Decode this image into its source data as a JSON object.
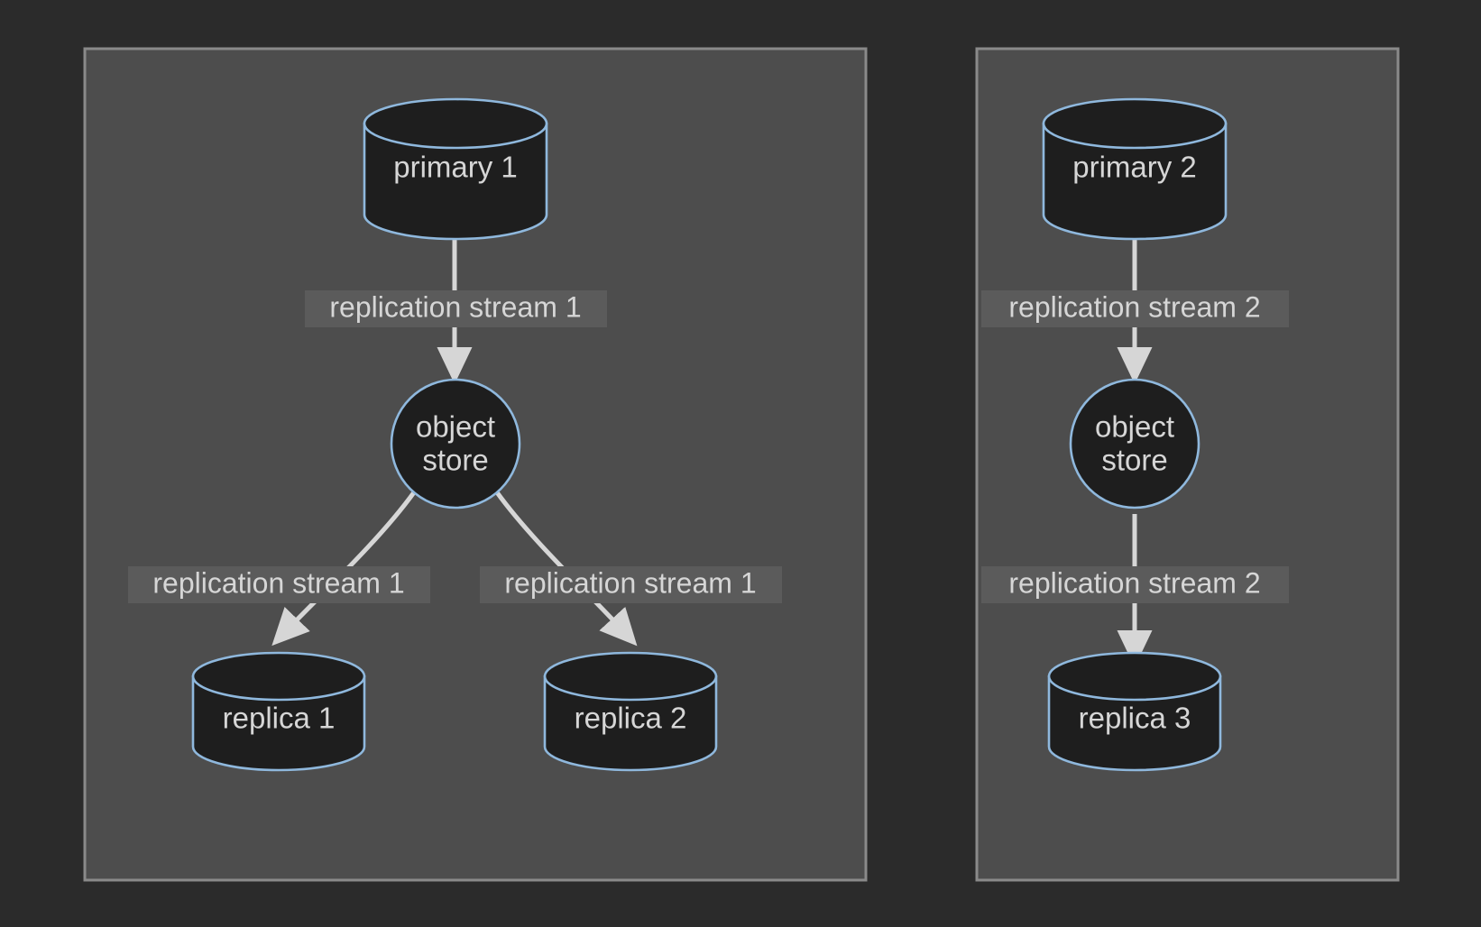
{
  "diagram": {
    "type": "replication-topology",
    "background_color": "#2b2b2b",
    "container_fill": "#4d4d4d",
    "container_border": "#8a8a8a",
    "node_fill": "#1e1e1e",
    "node_border": "#8fb8dd",
    "edge_color": "#d6d6d6",
    "label_background": "#5b5b5b",
    "text_color": "#d6d6d6",
    "clusters": [
      {
        "id": "cluster-1",
        "nodes": {
          "primary": "primary 1",
          "object_store_line1": "object",
          "object_store_line2": "store",
          "replica_left": "replica 1",
          "replica_right": "replica 2"
        },
        "edges": {
          "primary_to_store": "replication stream 1",
          "store_to_replica_left": "replication stream 1",
          "store_to_replica_right": "replication stream 1"
        }
      },
      {
        "id": "cluster-2",
        "nodes": {
          "primary": "primary 2",
          "object_store_line1": "object",
          "object_store_line2": "store",
          "replica": "replica 3"
        },
        "edges": {
          "primary_to_store": "replication stream 2",
          "store_to_replica": "replication stream 2"
        }
      }
    ]
  }
}
